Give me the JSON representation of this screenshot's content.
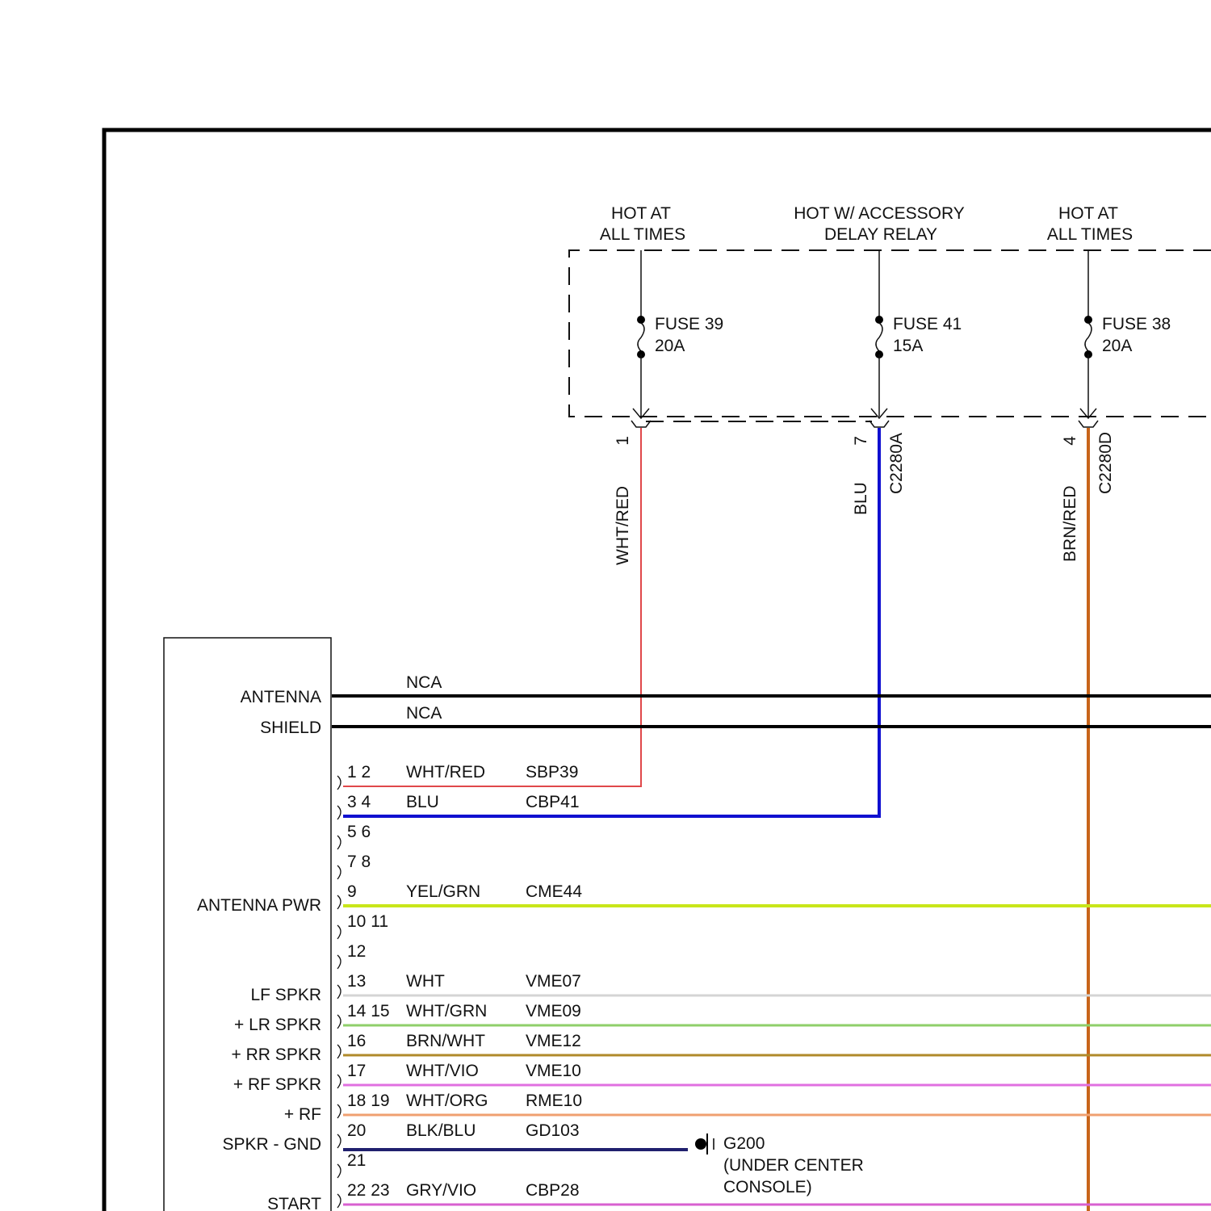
{
  "power_sources": [
    {
      "line1": "HOT AT",
      "line2": "ALL TIMES",
      "fuse": "FUSE 39",
      "rating": "20A",
      "pin": "1",
      "wire_color_label": "WHT/RED",
      "connector": "",
      "wire_hex": "#e0484a"
    },
    {
      "line1": "HOT W/ ACCESSORY",
      "line2": "DELAY RELAY",
      "fuse": "FUSE 41",
      "rating": "15A",
      "pin": "7",
      "wire_color_label": "BLU",
      "connector": "C2280A",
      "wire_hex": "#1010d0"
    },
    {
      "line1": "HOT AT",
      "line2": "ALL TIMES",
      "fuse": "FUSE 38",
      "rating": "20A",
      "pin": "4",
      "wire_color_label": "BRN/RED",
      "connector": "C2280D",
      "wire_hex": "#c8641a"
    }
  ],
  "module": {
    "coax": [
      {
        "label": "ANTENNA",
        "wire": "NCA"
      },
      {
        "label": "SHIELD",
        "wire": "NCA"
      }
    ],
    "pins": [
      {
        "pins": "1 2",
        "label": "",
        "color": "WHT/RED",
        "circuit": "SBP39",
        "hex": "#e8707a"
      },
      {
        "pins": "3 4",
        "label": "",
        "color": "BLU",
        "circuit": "CBP41",
        "hex": "#1010d0"
      },
      {
        "pins": "5 6",
        "label": "",
        "color": "",
        "circuit": "",
        "hex": ""
      },
      {
        "pins": "7 8",
        "label": "",
        "color": "",
        "circuit": "",
        "hex": ""
      },
      {
        "pins": "9",
        "label": "ANTENNA PWR",
        "color": "YEL/GRN",
        "circuit": "CME44",
        "hex": "#c8e61a"
      },
      {
        "pins": "10 11",
        "label": "",
        "color": "",
        "circuit": "",
        "hex": ""
      },
      {
        "pins": "12",
        "label": "",
        "color": "",
        "circuit": "",
        "hex": ""
      },
      {
        "pins": "13",
        "label": "LF SPKR",
        "color": "WHT",
        "circuit": "VME07",
        "hex": "#d4d4d4"
      },
      {
        "pins": "14 15",
        "label": "+ LR SPKR",
        "color": "WHT/GRN",
        "circuit": "VME09",
        "hex": "#8fcf6a"
      },
      {
        "pins": "16",
        "label": "+ RR SPKR",
        "color": "BRN/WHT",
        "circuit": "VME12",
        "hex": "#b08a2a"
      },
      {
        "pins": "17",
        "label": "+ RF SPKR",
        "color": "WHT/VIO",
        "circuit": "VME10",
        "hex": "#e070e0"
      },
      {
        "pins": "18 19",
        "label": "+ RF",
        "color": "WHT/ORG",
        "circuit": "RME10",
        "hex": "#f0a070"
      },
      {
        "pins": "20",
        "label": "SPKR - GND",
        "color": "BLK/BLU",
        "circuit": "GD103",
        "hex": "#20206e"
      },
      {
        "pins": "21",
        "label": "",
        "color": "",
        "circuit": "",
        "hex": ""
      },
      {
        "pins": "22 23",
        "label": "START",
        "color": "GRY/VIO",
        "circuit": "CBP28",
        "hex": "#d860d0"
      }
    ]
  },
  "ground": {
    "id": "G200",
    "location_line1": "(UNDER CENTER",
    "location_line2": "CONSOLE)"
  }
}
